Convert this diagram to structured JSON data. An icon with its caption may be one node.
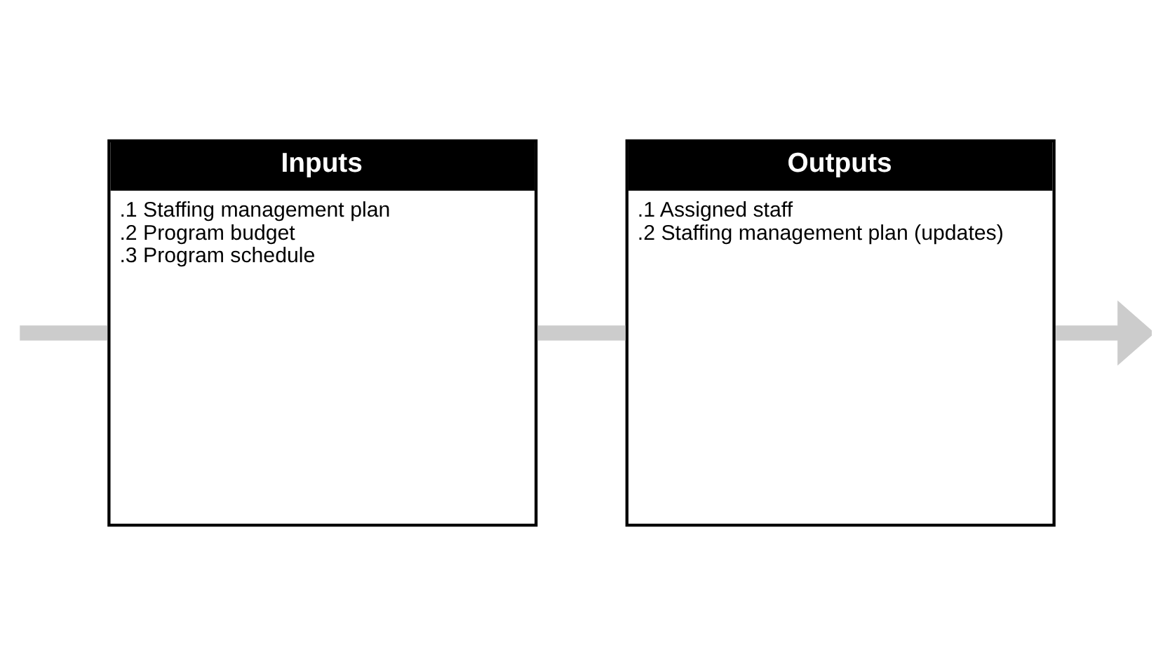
{
  "diagram": {
    "nodes": [
      {
        "text": [
          "Inputs",
          ".1 Staffing management plan",
          ".2 Program budget",
          ".3 Program schedule"
        ]
      },
      {
        "text": [
          "Outputs",
          ".1 Assigned staff",
          ".2 Staffing management plan (updates)"
        ]
      }
    ],
    "edges": [
      {
        "from": null,
        "to": 0,
        "arrow": "none"
      },
      {
        "from": 0,
        "to": 1,
        "arrow": "none"
      },
      {
        "from": 1,
        "to": null,
        "arrow": "to"
      }
    ]
  }
}
